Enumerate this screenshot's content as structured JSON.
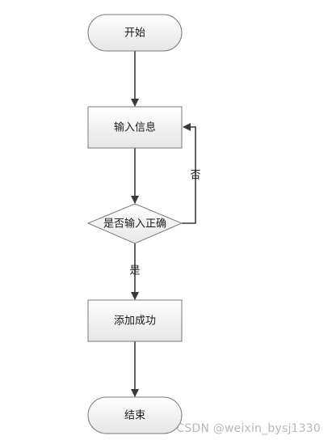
{
  "diagram": {
    "nodes": {
      "start": "开始",
      "input_info": "输入信息",
      "decision": "是否输入正确",
      "success": "添加成功",
      "end": "结束"
    },
    "edges": {
      "no_label": "否",
      "yes_label": "是"
    }
  },
  "watermark": "CSDN @weixin_bysj1330"
}
